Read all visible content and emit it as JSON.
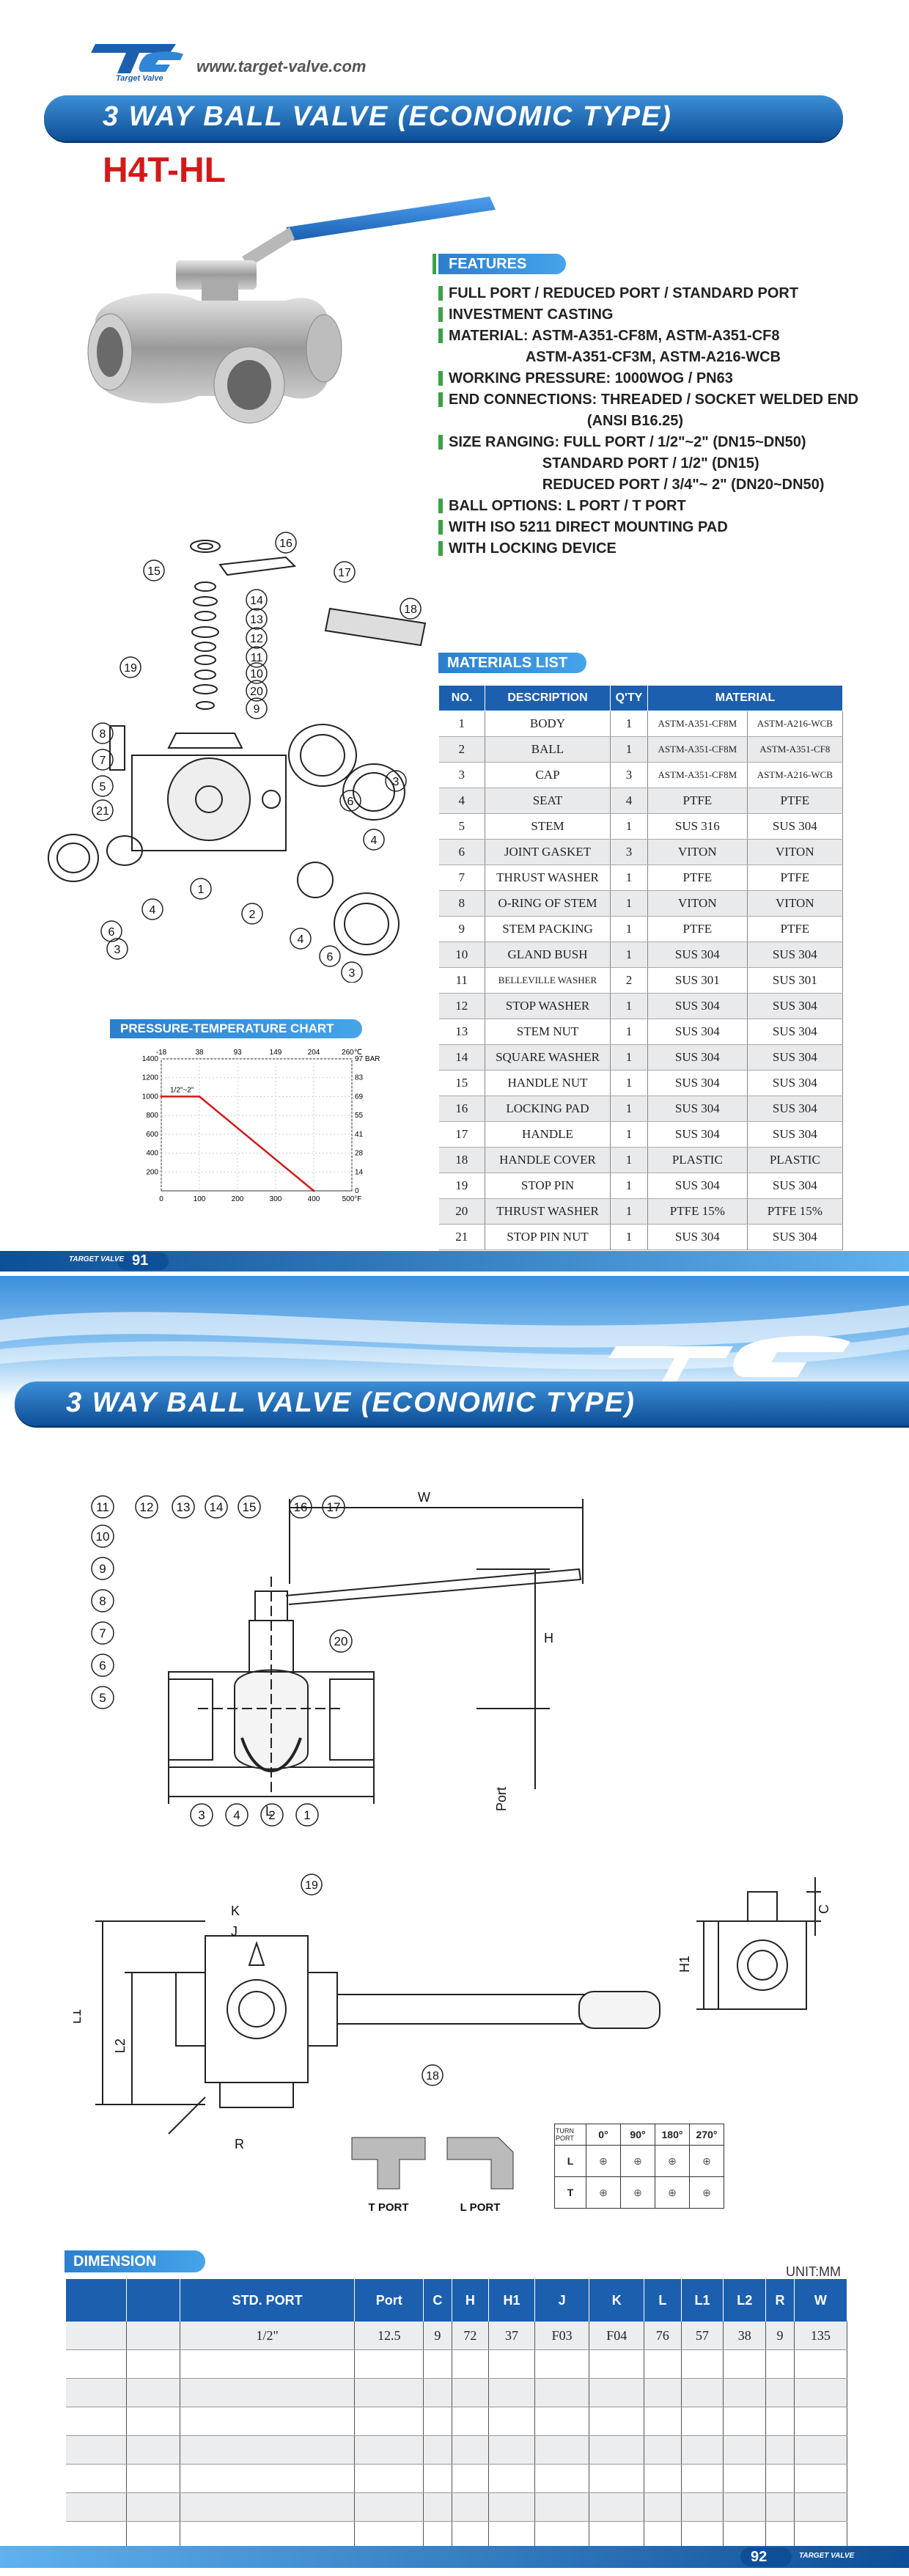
{
  "header": {
    "brand": "Target Valve",
    "url": "www.target-valve.com",
    "title": "3 WAY BALL VALVE (ECONOMIC TYPE)",
    "model": "H4T-HL"
  },
  "features": {
    "heading": "FEATURES",
    "items": [
      {
        "text": "FULL PORT / REDUCED PORT / STANDARD PORT",
        "bullet": true
      },
      {
        "text": "INVESTMENT CASTING",
        "bullet": true
      },
      {
        "text": "MATERIAL: ASTM-A351-CF8M, ASTM-A351-CF8",
        "bullet": true
      },
      {
        "text": "                   ASTM-A351-CF3M, ASTM-A216-WCB",
        "bullet": false
      },
      {
        "text": "WORKING PRESSURE: 1000WOG / PN63",
        "bullet": true
      },
      {
        "text": "END CONNECTIONS: THREADED / SOCKET WELDED END",
        "bullet": true
      },
      {
        "text": "                                  (ANSI B16.25)",
        "bullet": false
      },
      {
        "text": "SIZE RANGING: FULL PORT / 1/2\"~2\" (DN15~DN50)",
        "bullet": true
      },
      {
        "text": "                       STANDARD PORT / 1/2\" (DN15)",
        "bullet": false
      },
      {
        "text": "                       REDUCED PORT / 3/4\"~ 2\" (DN20~DN50)",
        "bullet": false
      },
      {
        "text": "BALL OPTIONS: L PORT / T PORT",
        "bullet": true
      },
      {
        "text": "WITH ISO 5211 DIRECT MOUNTING PAD",
        "bullet": true
      },
      {
        "text": "WITH LOCKING DEVICE",
        "bullet": true
      }
    ]
  },
  "materials": {
    "heading": "MATERIALS LIST",
    "columns": [
      "NO.",
      "DESCRIPTION",
      "Q'TY",
      "MATERIAL"
    ],
    "rows": [
      [
        "1",
        "BODY",
        "1",
        "ASTM-A351-CF8M",
        "ASTM-A216-WCB"
      ],
      [
        "2",
        "BALL",
        "1",
        "ASTM-A351-CF8M",
        "ASTM-A351-CF8"
      ],
      [
        "3",
        "CAP",
        "3",
        "ASTM-A351-CF8M",
        "ASTM-A216-WCB"
      ],
      [
        "4",
        "SEAT",
        "4",
        "PTFE",
        "PTFE"
      ],
      [
        "5",
        "STEM",
        "1",
        "SUS 316",
        "SUS 304"
      ],
      [
        "6",
        "JOINT GASKET",
        "3",
        "VITON",
        "VITON"
      ],
      [
        "7",
        "THRUST WASHER",
        "1",
        "PTFE",
        "PTFE"
      ],
      [
        "8",
        "O-RING OF STEM",
        "1",
        "VITON",
        "VITON"
      ],
      [
        "9",
        "STEM PACKING",
        "1",
        "PTFE",
        "PTFE"
      ],
      [
        "10",
        "GLAND BUSH",
        "1",
        "SUS 304",
        "SUS 304"
      ],
      [
        "11",
        "BELLEVILLE WASHER",
        "2",
        "SUS 301",
        "SUS 301"
      ],
      [
        "12",
        "STOP WASHER",
        "1",
        "SUS 304",
        "SUS 304"
      ],
      [
        "13",
        "STEM NUT",
        "1",
        "SUS 304",
        "SUS 304"
      ],
      [
        "14",
        "SQUARE WASHER",
        "1",
        "SUS 304",
        "SUS 304"
      ],
      [
        "15",
        "HANDLE NUT",
        "1",
        "SUS 304",
        "SUS 304"
      ],
      [
        "16",
        "LOCKING PAD",
        "1",
        "SUS 304",
        "SUS 304"
      ],
      [
        "17",
        "HANDLE",
        "1",
        "SUS 304",
        "SUS 304"
      ],
      [
        "18",
        "HANDLE COVER",
        "1",
        "PLASTIC",
        "PLASTIC"
      ],
      [
        "19",
        "STOP PIN",
        "1",
        "SUS 304",
        "SUS 304"
      ],
      [
        "20",
        "THRUST WASHER",
        "1",
        "PTFE 15%",
        "PTFE  15%"
      ],
      [
        "21",
        "STOP PIN NUT",
        "1",
        "SUS 304",
        "SUS 304"
      ]
    ]
  },
  "pt_chart": {
    "heading": "PRESSURE-TEMPERATURE CHART",
    "size_label": "1/2\"~2\"",
    "top_ticks": [
      "-18",
      "38",
      "93",
      "149",
      "204",
      "260℃"
    ],
    "bottom_ticks": [
      "0",
      "100",
      "200",
      "300",
      "400",
      "500°F"
    ],
    "left_ticks": [
      "1400",
      "1200",
      "1000",
      "800",
      "600",
      "400",
      "200"
    ],
    "right_ticks": [
      "97 BAR",
      "83",
      "69",
      "55",
      "41",
      "28",
      "14",
      "0"
    ]
  },
  "chart_data": {
    "type": "line",
    "title": "PRESSURE-TEMPERATURE CHART",
    "series": [
      {
        "name": "1/2\"~2\"",
        "x": [
          -20,
          100,
          400
        ],
        "y": [
          1000,
          1000,
          0
        ]
      }
    ],
    "xlabel": "°F",
    "ylabel": "",
    "xlim": [
      0,
      500
    ],
    "ylim": [
      0,
      1400
    ]
  },
  "footer_p1": {
    "brand": "TARGET VALVE",
    "page": "91"
  },
  "page2": {
    "title": "3 WAY BALL VALVE (ECONOMIC TYPE)",
    "drawing_labels": {
      "W": "W",
      "H": "H",
      "L": "L",
      "port": "Port",
      "K": "K",
      "J": "J",
      "C": "C",
      "H1": "H1",
      "L1": "L1",
      "L2": "L2",
      "R": "R"
    },
    "callouts_top": [
      "11",
      "12",
      "13",
      "14",
      "15",
      "16",
      "17"
    ],
    "callouts_left": [
      "10",
      "9",
      "8",
      "7",
      "6",
      "5"
    ],
    "callout_20": "20",
    "callouts_bottom": [
      "3",
      "4",
      "2",
      "1"
    ],
    "callout_19": "19",
    "callout_18": "18",
    "t_port": "T PORT",
    "l_port": "L PORT",
    "turn_table": {
      "corner_top": "TURN",
      "corner_bottom": "PORT",
      "angles": [
        "0°",
        "90°",
        "180°",
        "270°"
      ],
      "rows": [
        "L",
        "T"
      ]
    },
    "dimension": {
      "heading": "DIMENSION",
      "unit": "UNIT:MM",
      "columns": [
        "STD. PORT",
        "Port",
        "C",
        "H",
        "H1",
        "J",
        "K",
        "L",
        "L1",
        "L2",
        "R",
        "W"
      ],
      "rows": [
        [
          "1/2\"",
          "12.5",
          "9",
          "72",
          "37",
          "F03",
          "F04",
          "76",
          "57",
          "38",
          "9",
          "135"
        ]
      ],
      "empty_rows": 7
    }
  },
  "footer_p2": {
    "brand": "TARGET VALVE",
    "page": "92"
  },
  "colors": {
    "primary": "#1c5fae",
    "accent_red": "#d21a1a",
    "green": "#3da048"
  }
}
